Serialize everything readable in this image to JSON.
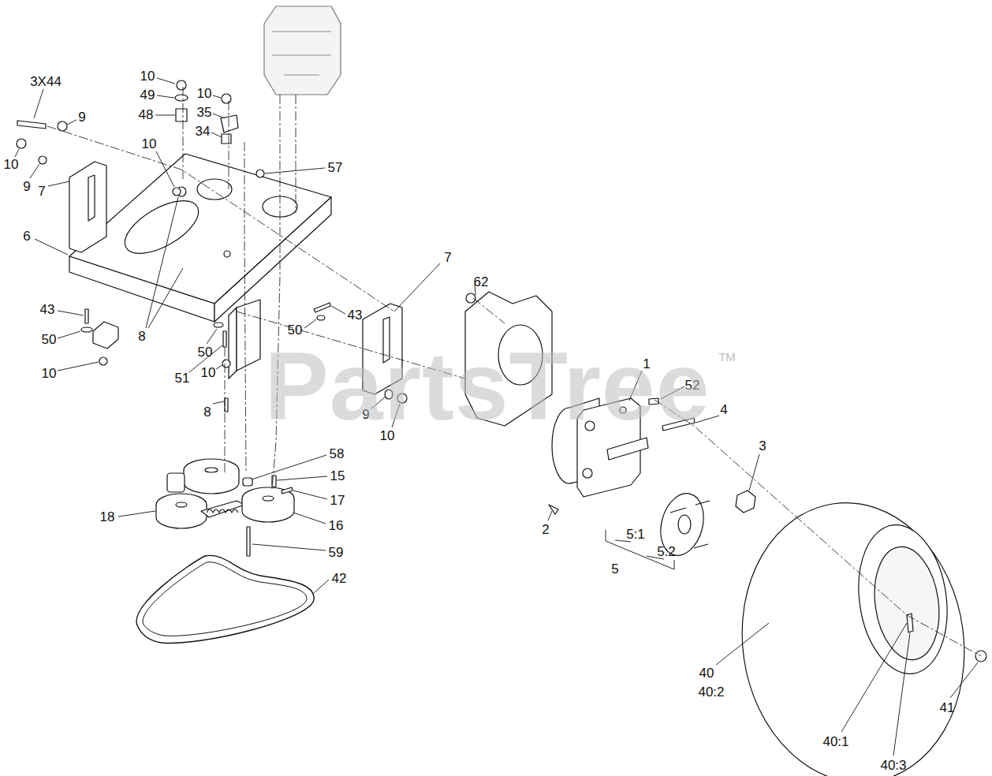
{
  "diagram": {
    "labels": [
      "3X44",
      "10",
      "49",
      "10",
      "35",
      "48",
      "9",
      "34",
      "10",
      "57",
      "10",
      "9",
      "7",
      "6",
      "7",
      "62",
      "43",
      "43",
      "50",
      "50",
      "50",
      "8",
      "1",
      "52",
      "51",
      "10",
      "10",
      "4",
      "3",
      "9",
      "10",
      "8",
      "58",
      "15",
      "17",
      "16",
      "18",
      "59",
      "2",
      "5:1",
      "5:2",
      "5",
      "42",
      "40",
      "40:2",
      "41",
      "40:1",
      "40:3",
      "PartsTree",
      "TM"
    ]
  }
}
